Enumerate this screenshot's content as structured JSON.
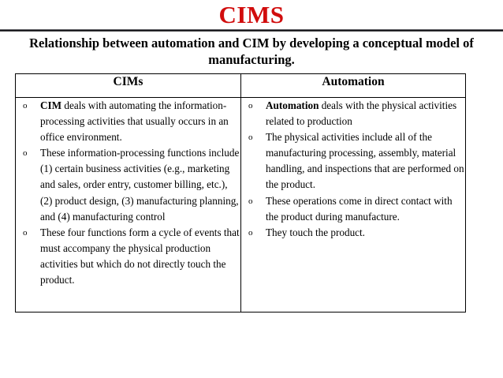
{
  "slide": {
    "title": "CIMS",
    "title_color": "#d10d0d",
    "subtitle": "Relationship between automation and CIM by developing a conceptual model of manufacturing."
  },
  "table": {
    "headers": {
      "left": "CIMs",
      "right": "Automation"
    },
    "bullet_marker": "o",
    "left_column": {
      "items": [
        {
          "lead": "CIM",
          "rest": " deals with automating the information-processing activities that usually occurs in an office environment."
        },
        {
          "lead": "",
          "rest": "These information-processing functions include (1) certain business activities (e.g., marketing and sales, order entry, customer billing, etc.), (2) product design, (3) manufacturing planning, and (4) manufacturing control"
        },
        {
          "lead": "",
          "rest": "These four functions form a cycle of events that must accompany the physical production activities but which do not directly touch the product."
        }
      ]
    },
    "right_column": {
      "items": [
        {
          "lead": "Automation",
          "rest": " deals with the physical activities related to production"
        },
        {
          "lead": "",
          "rest": "The physical activities include all of the manufacturing processing, assembly, material handling, and inspections that are performed on the product."
        },
        {
          "lead": "",
          "rest": "These operations come in direct contact with the product during manufacture."
        },
        {
          "lead": "",
          "rest": "They touch the product."
        }
      ]
    }
  }
}
